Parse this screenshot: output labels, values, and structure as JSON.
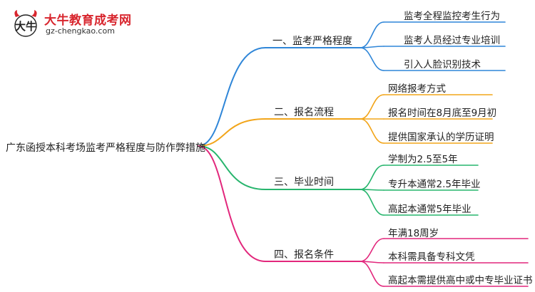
{
  "logo": {
    "title": "大牛教育成考网",
    "url": "gz-chengkao.com",
    "mark_text": "大牛"
  },
  "root": "广东函授本科考场监考严格程度与防作弊措施",
  "branches": [
    {
      "label": "一、监考严格程度",
      "color": "#2f86d8",
      "leaves": [
        "监考全程监控考生行为",
        "监考人员经过专业培训",
        "引入人脸识别技术"
      ]
    },
    {
      "label": "二、报名流程",
      "color": "#f2a51a",
      "leaves": [
        "网络报考方式",
        "报名时间在8月底至9月初",
        "提供国家承认的学历证明"
      ]
    },
    {
      "label": "三、毕业时间",
      "color": "#27b56d",
      "leaves": [
        "学制为2.5至5年",
        "专升本通常2.5年毕业",
        "高起本通常5年毕业"
      ]
    },
    {
      "label": "四、报名条件",
      "color": "#e2277c",
      "leaves": [
        "年满18周岁",
        "本科需具备专科文凭",
        "高起本需提供高中或中专毕业证书"
      ]
    }
  ]
}
